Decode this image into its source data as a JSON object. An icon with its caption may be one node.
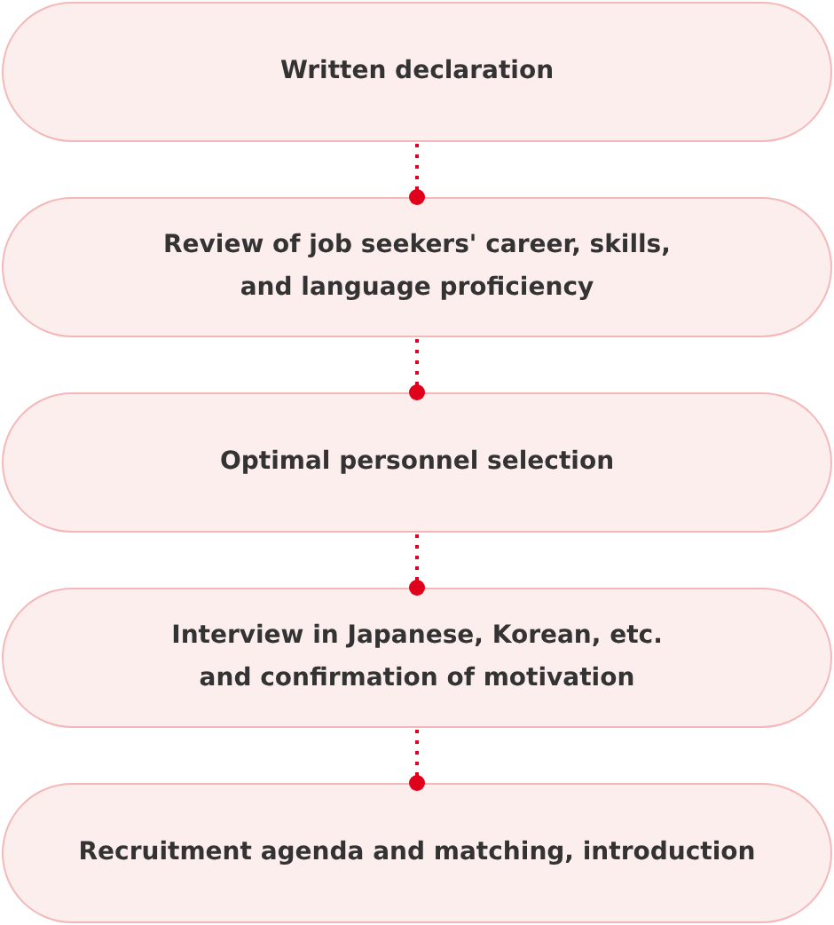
{
  "diagram": {
    "nodes": [
      {
        "text": [
          "Written declaration"
        ]
      },
      {
        "text": [
          "Review of job seekers' career, skills, and language proficiency"
        ]
      },
      {
        "text": [
          "Optimal personnel selection"
        ]
      },
      {
        "text": [
          "Interview in Japanese, Korean, etc. and confirmation of motivation"
        ]
      },
      {
        "text": [
          "Recruitment agenda and matching, introduction"
        ]
      }
    ],
    "edges": [
      {
        "from": 0,
        "to": 1,
        "arrow": "other",
        "style": "dashed"
      },
      {
        "from": 1,
        "to": 2,
        "arrow": "other",
        "style": "dashed"
      },
      {
        "from": 2,
        "to": 3,
        "arrow": "other",
        "style": "dashed"
      },
      {
        "from": 3,
        "to": 4,
        "arrow": "other",
        "style": "dashed"
      }
    ]
  }
}
